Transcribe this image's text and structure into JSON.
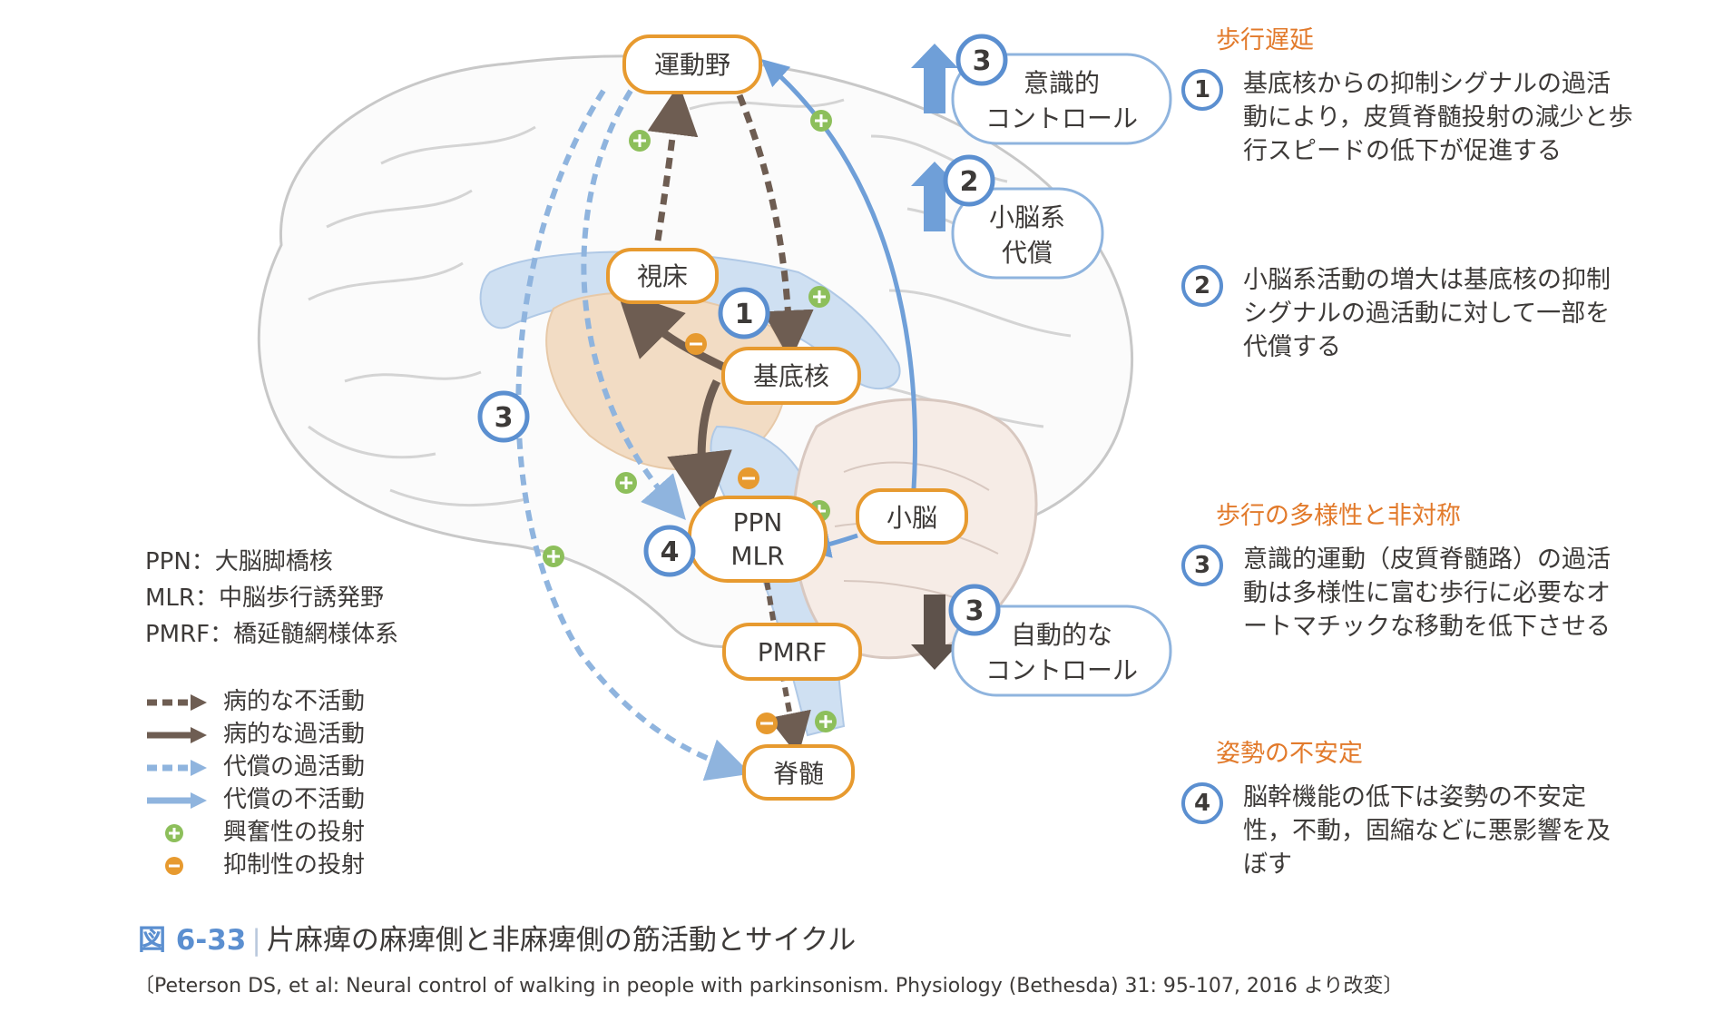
{
  "diagram": {
    "nodes": {
      "motor_cortex": "運動野",
      "thalamus": "視床",
      "basal_ganglia": "基底核",
      "ppn": "PPN",
      "mlr": "MLR",
      "pmrf": "PMRF",
      "spinal_cord": "脊髄",
      "cerebellum": "小脳"
    },
    "callouts": {
      "conscious_control_line1": "意識的",
      "conscious_control_line2": "コントロール",
      "cerebellar_comp_line1": "小脳系",
      "cerebellar_comp_line2": "代償",
      "automatic_control_line1": "自動的な",
      "automatic_control_line2": "コントロール"
    },
    "markers": {
      "one": "1",
      "two": "2",
      "three": "3",
      "four": "4"
    }
  },
  "abbreviations": [
    "PPN：大脳脚橋核",
    "MLR：中脳歩行誘発野",
    "PMRF：橋延髄網様体系"
  ],
  "legend": [
    {
      "type": "dashed-brown",
      "label": "病的な不活動",
      "color": "#6e5d52"
    },
    {
      "type": "solid-brown",
      "label": "病的な過活動",
      "color": "#6e5d52"
    },
    {
      "type": "dashed-blue",
      "label": "代償の過活動",
      "color": "#8fb4de"
    },
    {
      "type": "solid-blue",
      "label": "代償の不活動",
      "color": "#8fb4de"
    },
    {
      "type": "plus",
      "label": "興奮性の投射",
      "color": "#8dbf5b"
    },
    {
      "type": "minus",
      "label": "抑制性の投射",
      "color": "#e79a2f"
    }
  ],
  "panel": {
    "section1_title": "歩行遅延",
    "item1_num": "1",
    "item1_text": "基底核からの抑制シグナルの過活動により，皮質脊髄投射の減少と歩行スピードの低下が促進する",
    "item2_num": "2",
    "item2_text": "小脳系活動の増大は基底核の抑制シグナルの過活動に対して一部を代償する",
    "section2_title": "歩行の多様性と非対称",
    "item3_num": "3",
    "item3_text": "意識的運動（皮質脊髄路）の過活動は多様性に富む歩行に必要なオートマチックな移動を低下させる",
    "section3_title": "姿勢の不安定",
    "item4_num": "4",
    "item4_text": "脳幹機能の低下は姿勢の不安定性，不動，固縮などに悪影響を及ぼす"
  },
  "caption": {
    "figure_label": "図 6-33",
    "figure_title": "片麻痺の麻痺側と非麻痺側の筋活動とサイクル",
    "reference": "〔Peterson DS, et al: Neural control of walking in people with parkinsonism. Physiology (Bethesda) 31: 95-107, 2016 より改変〕"
  },
  "colors": {
    "accent_orange": "#e27a2b",
    "marker_blue": "#5b8fd0",
    "brown": "#6e5d52",
    "light_blue": "#8fb4de",
    "green": "#8dbf5b"
  }
}
